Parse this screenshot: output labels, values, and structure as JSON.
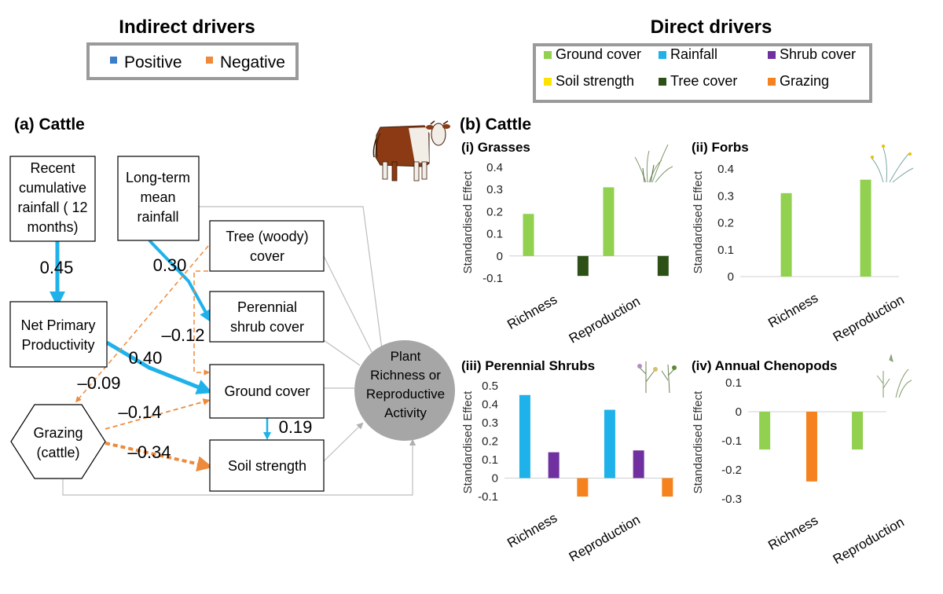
{
  "legend_indirect": {
    "title": "Indirect drivers",
    "items": [
      {
        "label": "Positive",
        "color": "#3a7dc9"
      },
      {
        "label": "Negative",
        "color": "#ed8a3c"
      }
    ]
  },
  "legend_direct": {
    "title": "Direct drivers",
    "items": [
      {
        "label": "Ground cover",
        "color": "#92d050"
      },
      {
        "label": "Rainfall",
        "color": "#1fb2ea"
      },
      {
        "label": "Shrub cover",
        "color": "#7030a0"
      },
      {
        "label": "Soil strength",
        "color": "#ffe300"
      },
      {
        "label": "Tree cover",
        "color": "#2d5016"
      },
      {
        "label": "Grazing",
        "color": "#f5821f"
      }
    ]
  },
  "panel_a": {
    "title": "(a) Cattle",
    "nodes": {
      "recent_rain": [
        "Recent",
        "cumulative",
        "rainfall ( 12",
        "months)"
      ],
      "longterm_rain": [
        "Long-term",
        "mean",
        "rainfall"
      ],
      "npp": [
        "Net Primary",
        "Productivity"
      ],
      "tree": [
        "Tree (woody)",
        "cover"
      ],
      "shrub": [
        "Perennial",
        "shrub cover"
      ],
      "ground": [
        "Ground cover"
      ],
      "soil": [
        "Soil strength"
      ],
      "grazing": [
        "Grazing",
        "(cattle)"
      ],
      "plant": [
        "Plant",
        "Richness or",
        "Reproductive",
        "Activity"
      ]
    },
    "coefficients": {
      "rain_npp": "0.45",
      "lt_shrub": "0.30",
      "npp_ground": "0.40",
      "npp_grazing": "–0.09",
      "tree_ground": "–0.12",
      "grazing_ground": "–0.14",
      "ground_soil": "0.19",
      "grazing_soil": "–0.34"
    },
    "colors": {
      "positive": "#1fb2ea",
      "negative": "#ed8a3c",
      "neutral": "#bdbdbd",
      "plant_node": "#a6a6a6"
    }
  },
  "panel_b_title": "(b) Cattle",
  "chart_data": [
    {
      "type": "bar",
      "title": "(i) Grasses",
      "ylabel": "Standardised Effect",
      "categories": [
        "Richness",
        "Reproduction"
      ],
      "ylim": [
        -0.1,
        0.4
      ],
      "yticks": [
        "0.4",
        "0.3",
        "0.2",
        "0.1",
        "0",
        "-0.1"
      ],
      "series": [
        {
          "driver": "Ground cover",
          "color": "#92d050",
          "values": [
            0.19,
            0.31
          ]
        },
        {
          "driver": "Tree cover",
          "color": "#2d5016",
          "values": [
            -0.09,
            -0.09
          ]
        }
      ]
    },
    {
      "type": "bar",
      "title": "(ii) Forbs",
      "ylabel": "Standardised Effect",
      "categories": [
        "Richness",
        "Reproduction"
      ],
      "ylim": [
        0,
        0.4
      ],
      "yticks": [
        "0.4",
        "0.3",
        "0.2",
        "0.1",
        "0"
      ],
      "series": [
        {
          "driver": "Ground cover",
          "color": "#92d050",
          "values": [
            0.31,
            0.36
          ]
        }
      ]
    },
    {
      "type": "bar",
      "title": "(iii) Perennial Shrubs",
      "ylabel": "Standardised Effect",
      "categories": [
        "Richness",
        "Reproduction"
      ],
      "ylim": [
        -0.1,
        0.5
      ],
      "yticks": [
        "0.5",
        "0.4",
        "0.3",
        "0.2",
        "0.1",
        "0",
        "-0.1"
      ],
      "series": [
        {
          "driver": "Rainfall",
          "color": "#1fb2ea",
          "values": [
            0.45,
            0.37
          ]
        },
        {
          "driver": "Shrub cover",
          "color": "#7030a0",
          "values": [
            0.14,
            0.15
          ]
        },
        {
          "driver": "Grazing",
          "color": "#f5821f",
          "values": [
            -0.1,
            -0.1
          ]
        }
      ]
    },
    {
      "type": "bar",
      "title": "(iv) Annual Chenopods",
      "ylabel": "Standardised Effect",
      "categories": [
        "Richness",
        "Reproduction"
      ],
      "ylim": [
        -0.3,
        0.1
      ],
      "yticks": [
        "0.1",
        "0",
        "-0.1",
        "-0.2",
        "-0.3"
      ],
      "series": [
        {
          "driver": "Ground cover",
          "color": "#92d050",
          "values": [
            -0.13,
            -0.13
          ]
        },
        {
          "driver": "Grazing",
          "color": "#f5821f",
          "values": [
            -0.24
          ]
        }
      ]
    }
  ]
}
